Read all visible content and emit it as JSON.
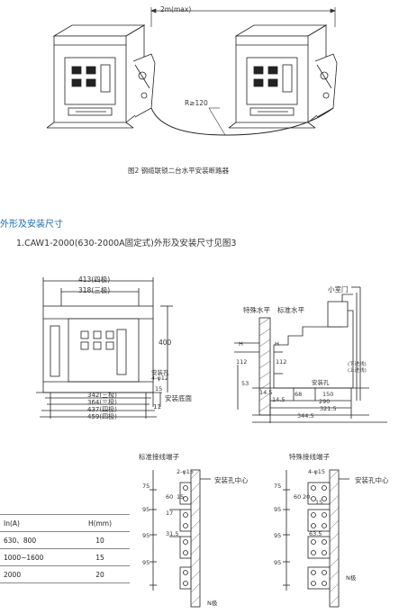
{
  "fig2": {
    "dim_top": "2m(max)",
    "radius": "R≥120",
    "caption": "图2 钢缆联锁二台水平安装断路器"
  },
  "section": {
    "title": "外形及安装尺寸",
    "subtitle": "1.CAW1-2000(630-2000A固定式)外形及安装尺寸见图3"
  },
  "front": {
    "d413": "413(四极)",
    "d318": "318(三极)",
    "d400": "400",
    "mount_hole": "安装孔",
    "hole_spec": "4-φ12",
    "d15": "15",
    "d342": "342(三极)",
    "d364": "364(三极)",
    "d437": "437(四极)",
    "d459": "459(四极)",
    "base": "安装底面",
    "d11": "11"
  },
  "side": {
    "door": "小室门",
    "special_level": "特殊水平",
    "std_level": "标准水平",
    "d112a": "112",
    "d112b": "112",
    "d53": "53",
    "d14_5a": "14.5",
    "d14_5b": "14.5",
    "d68": "68",
    "d150": "150",
    "d290": "290",
    "d321_5": "321.5",
    "d344_5": "344.5",
    "mount_hole": "安装孔",
    "h1": "H",
    "h2": "H",
    "small_note_a": "(下进线)",
    "small_note_b": "(上进线)"
  },
  "term_std": {
    "title": "标准接线端子",
    "hole_spec": "2-φ15",
    "center": "安装孔中心",
    "d75": "75",
    "d60": "60",
    "d15": "15",
    "d17": "17",
    "d95a": "95",
    "d31_5": "31.5",
    "d95b": "95",
    "d95c": "95",
    "n_pole": "N极"
  },
  "term_sp": {
    "title": "特殊接线端子",
    "hole_spec": "4-φ15",
    "center": "安装孔中心",
    "d75": "75",
    "d60": "60",
    "d20": "20",
    "d15": "15",
    "d95a": "95",
    "d63_5": "63.5",
    "d95b": "95",
    "d95c": "95",
    "n_pole": "N极"
  },
  "table": {
    "headers": [
      "In(A)",
      "H(mm)"
    ],
    "rows": [
      {
        "in": "630、800",
        "h": "10"
      },
      {
        "in": "1000~1600",
        "h": "15"
      },
      {
        "in": "2000",
        "h": "20"
      }
    ]
  }
}
